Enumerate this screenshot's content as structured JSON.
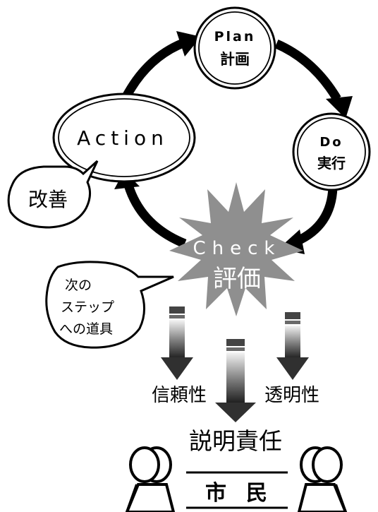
{
  "cycle": {
    "plan": {
      "en": "Plan",
      "ja": "計画"
    },
    "do": {
      "en": "Do",
      "ja": "実行"
    },
    "check": {
      "en": "Check",
      "ja": "評価"
    },
    "action": {
      "en": "Action"
    }
  },
  "callouts": {
    "improve": "改善",
    "next_line1": "次の",
    "next_line2": "ステップ",
    "next_line3": "への道具"
  },
  "outcomes": {
    "reliability": "信頼性",
    "transparency": "透明性",
    "accountability": "説明責任",
    "citizens_1": "市",
    "citizens_2": "民"
  },
  "colors": {
    "ink": "#000000",
    "burst_fill": "#8f8f8f",
    "arrow_dark": "#303030",
    "arrow_light": "#ffffff"
  }
}
